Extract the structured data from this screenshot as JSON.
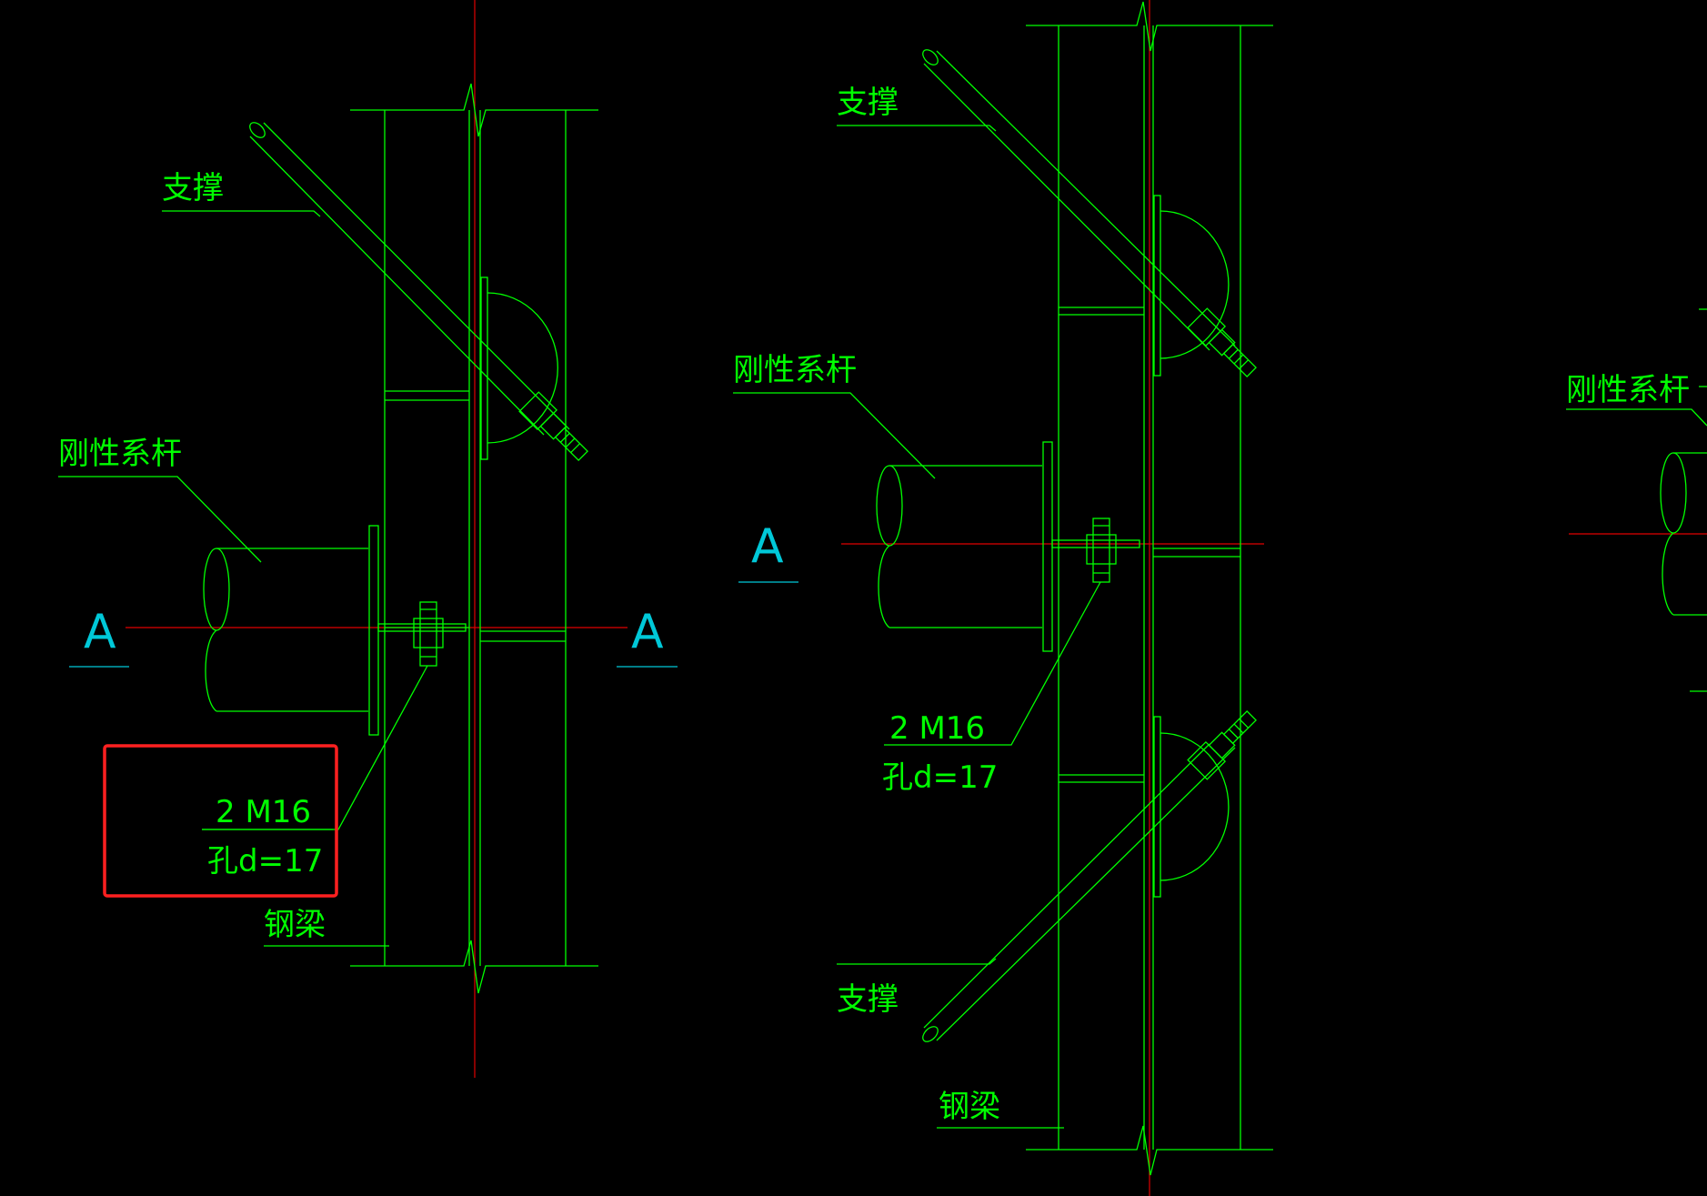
{
  "drawing": {
    "background": "#000000",
    "line_color": "#00ff00",
    "axis_color": "#e00000",
    "section_color": "#00c8d8",
    "highlight_color": "#ff2020"
  },
  "details": [
    {
      "label_brace": "支撑",
      "label_tie": "刚性系杆",
      "label_beam": "钢梁",
      "bolt_spec": "2 M16",
      "hole_spec": "孔d=17",
      "section_left": "A",
      "section_right": "A"
    },
    {
      "label_brace_top": "支撑",
      "label_brace_bottom": "支撑",
      "label_tie": "刚性系杆",
      "label_beam": "钢梁",
      "bolt_spec": "2 M16",
      "hole_spec": "孔d=17",
      "section_left": "A"
    },
    {
      "label_tie": "刚性系杆"
    }
  ]
}
